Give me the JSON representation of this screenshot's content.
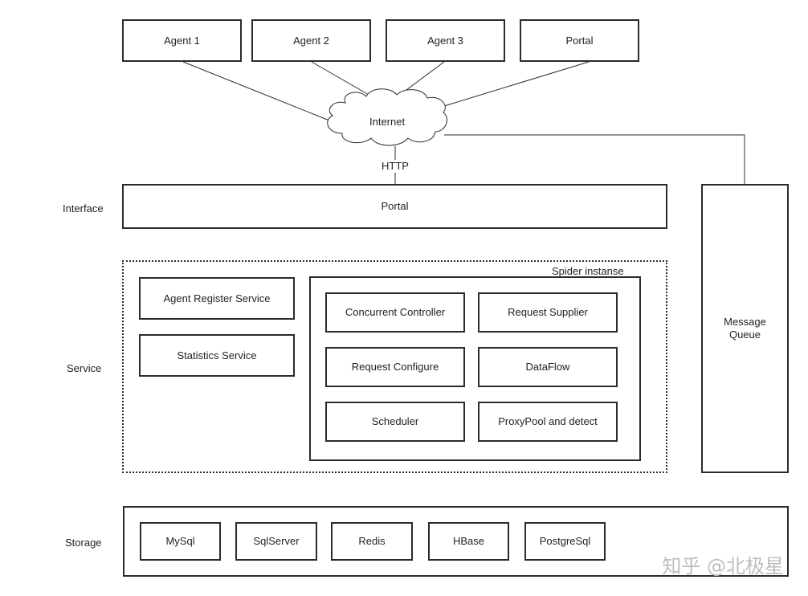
{
  "clients": [
    "Agent 1",
    "Agent 2",
    "Agent 3",
    "Portal"
  ],
  "cloud_label": "Internet",
  "http_label": "HTTP",
  "layers": {
    "interface": "Interface",
    "service": "Service",
    "storage": "Storage"
  },
  "interface_box": "Portal",
  "service_boxes": [
    "Agent Register Service",
    "Statistics Service"
  ],
  "spider": {
    "title": "Spider instanse",
    "modules": [
      "Concurrent Controller",
      "Request Supplier",
      "Request Configure",
      "DataFlow",
      "Scheduler",
      "ProxyPool and detect"
    ]
  },
  "message_queue": "Message Queue",
  "storage_items": [
    "MySql",
    "SqlServer",
    "Redis",
    "HBase",
    "PostgreSql"
  ],
  "watermark": "知乎 @北极星",
  "colors": {
    "stroke": "#2b2b2b",
    "text": "#222222",
    "watermark": "#bdbdbd"
  }
}
